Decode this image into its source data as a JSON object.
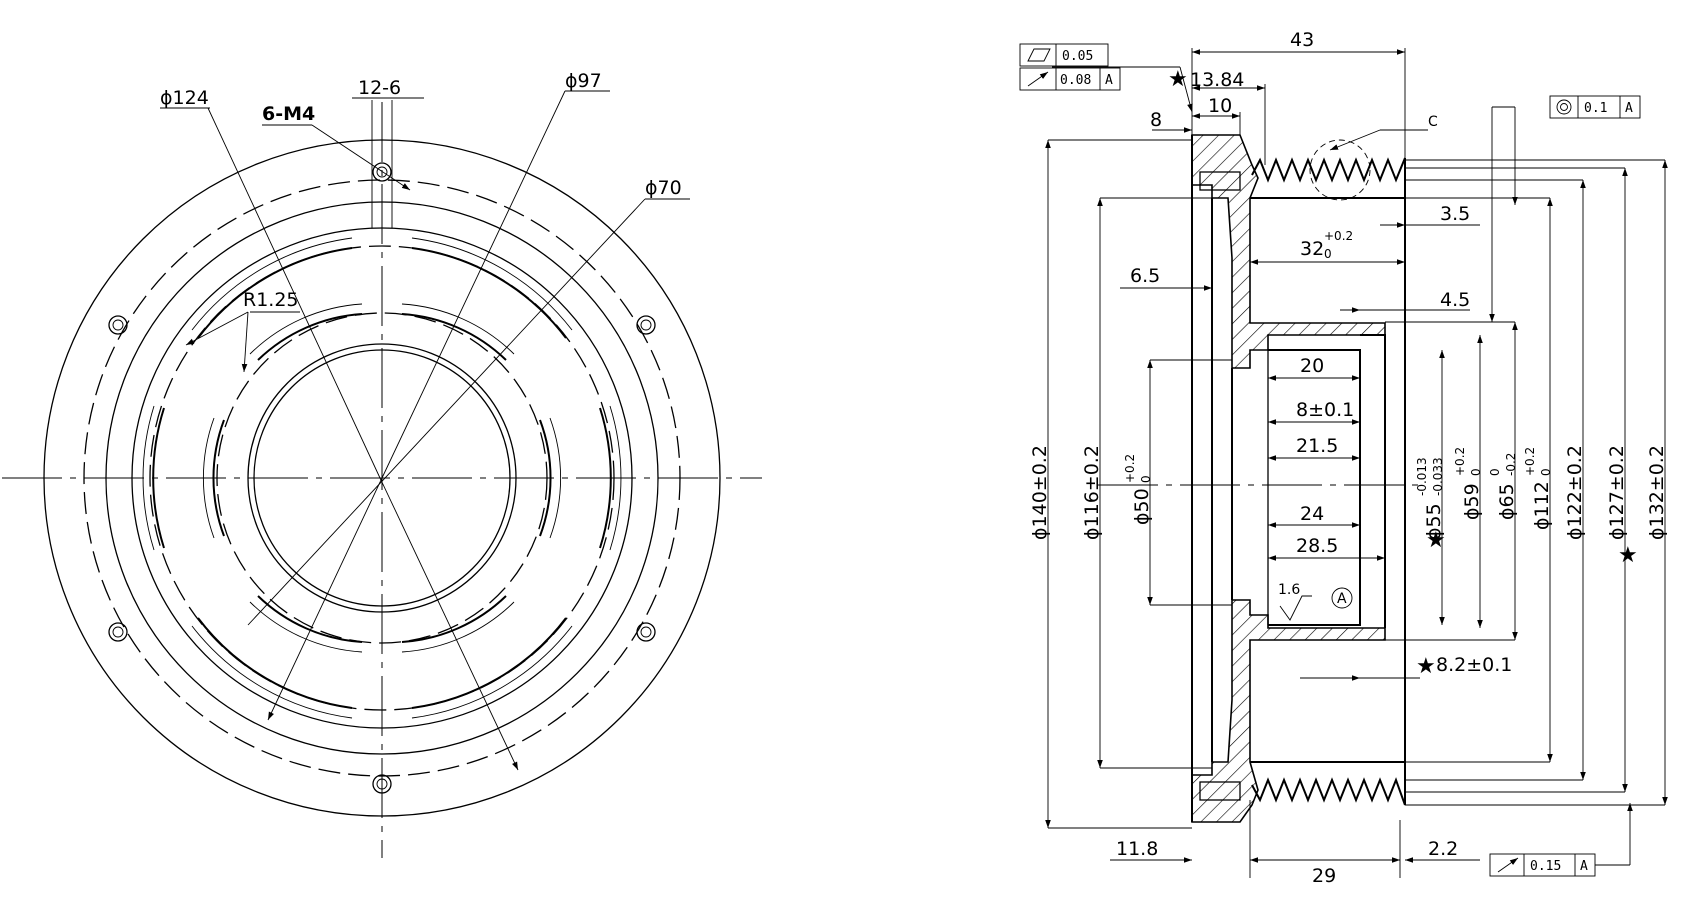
{
  "front_view": {
    "labels": {
      "d124": "ϕ124",
      "m4": "6-M4",
      "w12_6": "12-6",
      "d97": "ϕ97",
      "d70": "ϕ70",
      "r125": "R1.25"
    }
  },
  "section_view": {
    "labels": {
      "l43": "43",
      "l1384": "13.84",
      "l10": "10",
      "l8": "8",
      "lC": "C",
      "l35": "3.5",
      "l32": "32",
      "l32_up": "+0.2",
      "l32_lo": "0",
      "l65": "6.5",
      "l45": "4.5",
      "l20": "20",
      "l8pm": "8±0.1",
      "l215": "21.5",
      "l24": "24",
      "l285": "28.5",
      "l16": "1.6",
      "lA": "A",
      "l82": "8.2±0.1",
      "l118": "11.8",
      "l29": "29",
      "l22": "2.2",
      "d140": "ϕ140±0.2",
      "d116": "ϕ116±0.2",
      "d50": "ϕ50",
      "d50_up": "+0.2",
      "d50_lo": "0",
      "d55": "ϕ55",
      "d55_up": "-0.013",
      "d55_lo": "-0.033",
      "d59": "ϕ59",
      "d59_up": "+0.2",
      "d59_lo": "0",
      "d65": "ϕ65",
      "d65_up": "0",
      "d65_lo": "-0.2",
      "d112": "ϕ112",
      "d112_up": "+0.2",
      "d112_lo": "0",
      "d122": "ϕ122±0.2",
      "d127": "ϕ127±0.2",
      "d132": "ϕ132±0.2"
    },
    "fcf": {
      "flatness": "0.05",
      "runout1": "0.08",
      "runout1_ref": "A",
      "concentricity": "0.1",
      "concentricity_ref": "A",
      "runout2": "0.15",
      "runout2_ref": "A"
    }
  }
}
